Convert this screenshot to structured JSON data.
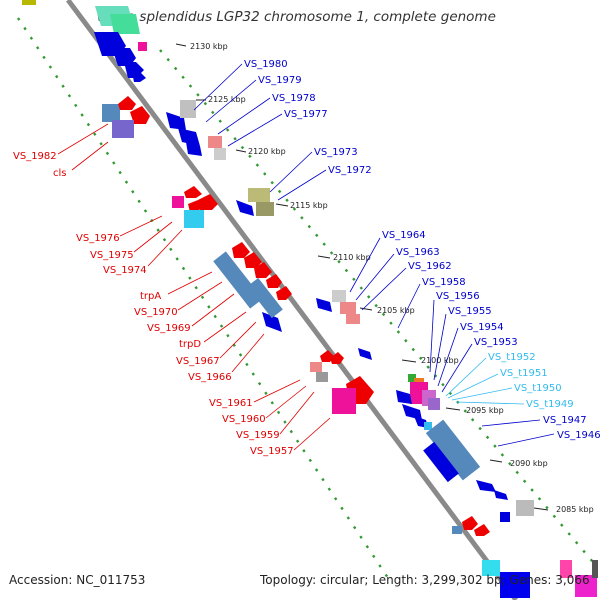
{
  "title": "Vibrio splendidus LGP32 chromosome 1, complete genome",
  "footer": {
    "accession": "Accession: NC_011753",
    "summary": "Topology: circular; Length: 3,299,302 bp; Genes: 3,066"
  },
  "colors": {
    "backbone": "#808080",
    "plus_strand_label": "#0000cc",
    "minus_strand_label": "#e00000",
    "trna_label": "#33bbee",
    "tick_mark": "#339933"
  },
  "scale_ticks": [
    "2130 kbp",
    "2125 kbp",
    "2120 kbp",
    "2115 kbp",
    "2110 kbp",
    "2105 kbp",
    "2100 kbp",
    "2095 kbp",
    "2090 kbp",
    "2085 kbp"
  ],
  "right_labels": [
    {
      "text": "VS_1980",
      "strand": "plus"
    },
    {
      "text": "VS_1979",
      "strand": "plus"
    },
    {
      "text": "VS_1978",
      "strand": "plus"
    },
    {
      "text": "VS_1977",
      "strand": "plus"
    },
    {
      "text": "VS_1973",
      "strand": "plus"
    },
    {
      "text": "VS_1972",
      "strand": "plus"
    },
    {
      "text": "VS_1964",
      "strand": "plus"
    },
    {
      "text": "VS_1963",
      "strand": "plus"
    },
    {
      "text": "VS_1962",
      "strand": "plus"
    },
    {
      "text": "VS_1958",
      "strand": "plus"
    },
    {
      "text": "VS_1956",
      "strand": "plus"
    },
    {
      "text": "VS_1955",
      "strand": "plus"
    },
    {
      "text": "VS_1954",
      "strand": "plus"
    },
    {
      "text": "VS_1953",
      "strand": "plus"
    },
    {
      "text": "VS_t1952",
      "strand": "trna"
    },
    {
      "text": "VS_t1951",
      "strand": "trna"
    },
    {
      "text": "VS_t1950",
      "strand": "trna"
    },
    {
      "text": "VS_t1949",
      "strand": "trna"
    },
    {
      "text": "VS_1947",
      "strand": "plus"
    },
    {
      "text": "VS_1946",
      "strand": "plus"
    }
  ],
  "left_labels": [
    {
      "text": "VS_1982",
      "strand": "minus"
    },
    {
      "text": "cls",
      "strand": "minus"
    },
    {
      "text": "VS_1976",
      "strand": "minus"
    },
    {
      "text": "VS_1975",
      "strand": "minus"
    },
    {
      "text": "VS_1974",
      "strand": "minus"
    },
    {
      "text": "trpA",
      "strand": "minus"
    },
    {
      "text": "VS_1970",
      "strand": "minus"
    },
    {
      "text": "VS_1969",
      "strand": "minus"
    },
    {
      "text": "trpD",
      "strand": "minus"
    },
    {
      "text": "VS_1967",
      "strand": "minus"
    },
    {
      "text": "VS_1966",
      "strand": "minus"
    },
    {
      "text": "VS_1961",
      "strand": "minus"
    },
    {
      "text": "VS_1960",
      "strand": "minus"
    },
    {
      "text": "VS_1959",
      "strand": "minus"
    },
    {
      "text": "VS_1957",
      "strand": "minus"
    }
  ]
}
